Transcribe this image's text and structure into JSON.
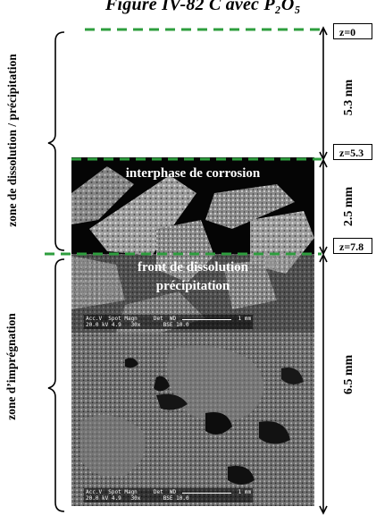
{
  "figure": {
    "title": "Figure IV-82 C avec P₂O₅",
    "zones": {
      "dissolution": "zone de dissolution / précipitation",
      "impregnation": "zone d’imprégnation"
    },
    "sem_labels": {
      "interphase": "interphase de corrosion",
      "front_line1": "front de dissolution",
      "front_line2": "précipitation"
    },
    "depth_markers": [
      "z=0",
      "z=5.3",
      "z=7.8"
    ],
    "thicknesses": [
      "5.3 nm",
      "2.5 mm",
      "6.5 mm"
    ],
    "scale_bars": [
      {
        "header": "Acc.V  Spot Magn     Det  WD",
        "values": "20.0 kV 4.9   30x       BSE 10.0",
        "scale": "1 mm"
      },
      {
        "header": "Acc.V  Spot Magn     Det  WD",
        "values": "20.0 kV 4.9   30x       BSE 10.0",
        "scale": "1 mm"
      }
    ],
    "colors": {
      "dashed_line": "#2e9e3e",
      "sem_top": "#0a0a0a",
      "sem_bottom": "#4c4c4c",
      "text": "#000000"
    }
  }
}
